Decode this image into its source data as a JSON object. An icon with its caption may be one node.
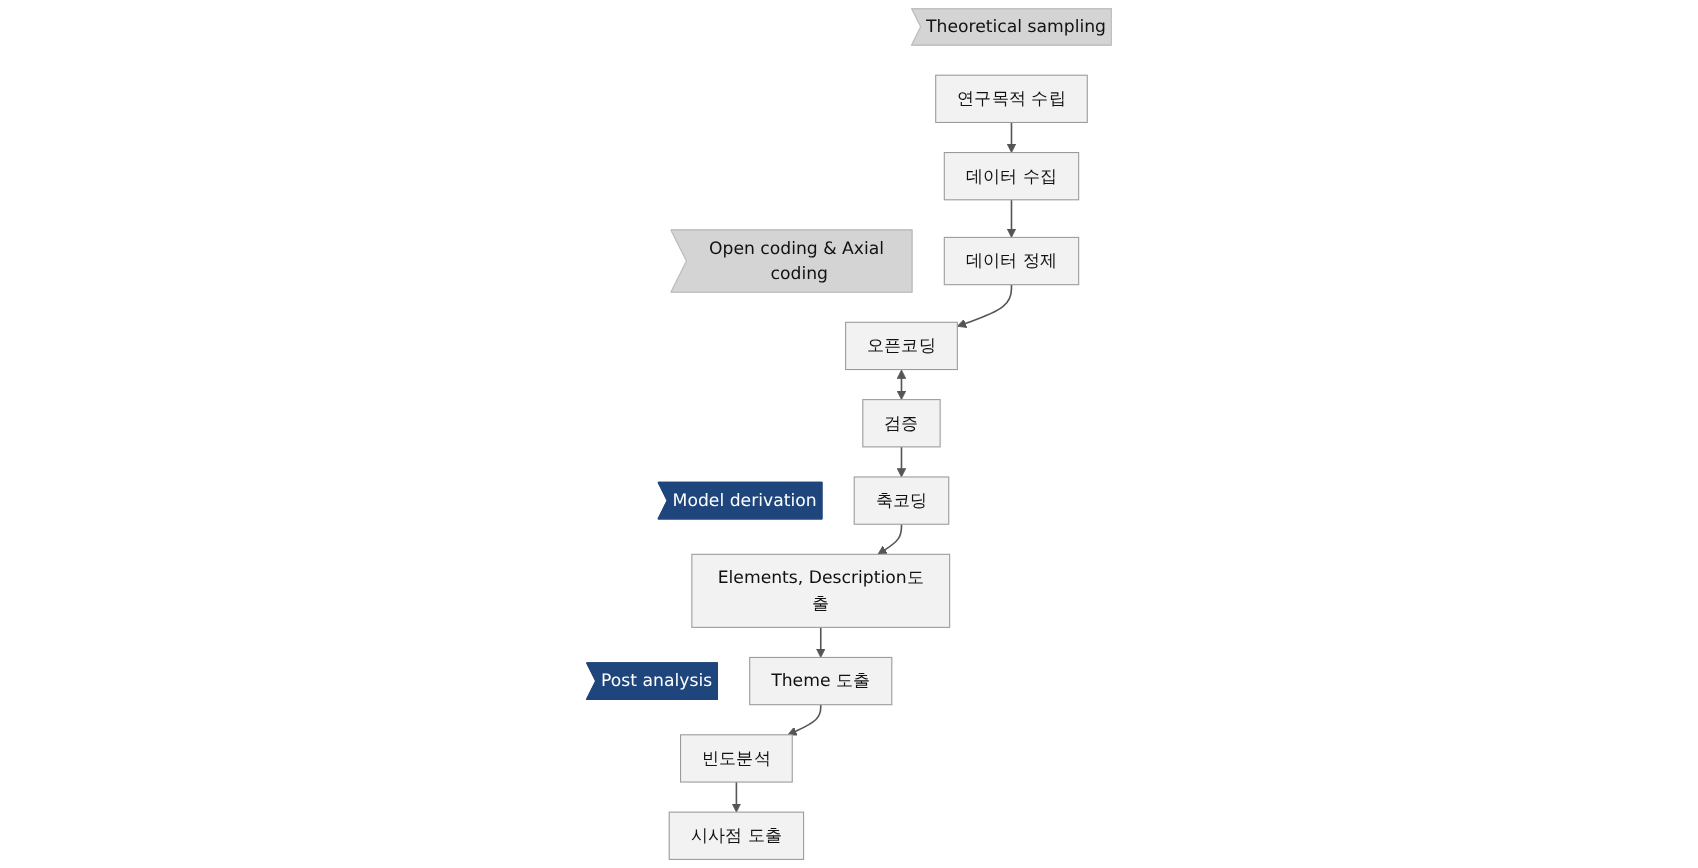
{
  "diagram": {
    "nodes": [
      {
        "text": [
          "Theoretical sampling"
        ]
      },
      {
        "text": [
          "Open coding & Axial coding"
        ]
      },
      {
        "text": [
          "Model derivation"
        ]
      },
      {
        "text": [
          "Post analysis"
        ]
      },
      {
        "text": [
          "연구목적 수립"
        ]
      },
      {
        "text": [
          "데이터 수집"
        ]
      },
      {
        "text": [
          "데이터 정제"
        ]
      },
      {
        "text": [
          "오픈코딩"
        ]
      },
      {
        "text": [
          "검증"
        ]
      },
      {
        "text": [
          "축코딩"
        ]
      },
      {
        "text": [
          "Elements, Description도출"
        ]
      },
      {
        "text": [
          "Theme 도출"
        ]
      },
      {
        "text": [
          "빈도분석"
        ]
      },
      {
        "text": [
          "시사점 도출"
        ]
      }
    ],
    "edges": [
      {
        "from": 4,
        "to": 5,
        "arrow": "to"
      },
      {
        "from": 5,
        "to": 6,
        "arrow": "to"
      },
      {
        "from": 6,
        "to": 7,
        "arrow": "to"
      },
      {
        "from": 7,
        "to": 8,
        "arrow": "both"
      },
      {
        "from": 8,
        "to": 9,
        "arrow": "to"
      },
      {
        "from": 9,
        "to": 10,
        "arrow": "to"
      },
      {
        "from": 10,
        "to": 11,
        "arrow": "to"
      },
      {
        "from": 11,
        "to": 12,
        "arrow": "to"
      },
      {
        "from": 12,
        "to": 13,
        "arrow": "to"
      }
    ]
  }
}
